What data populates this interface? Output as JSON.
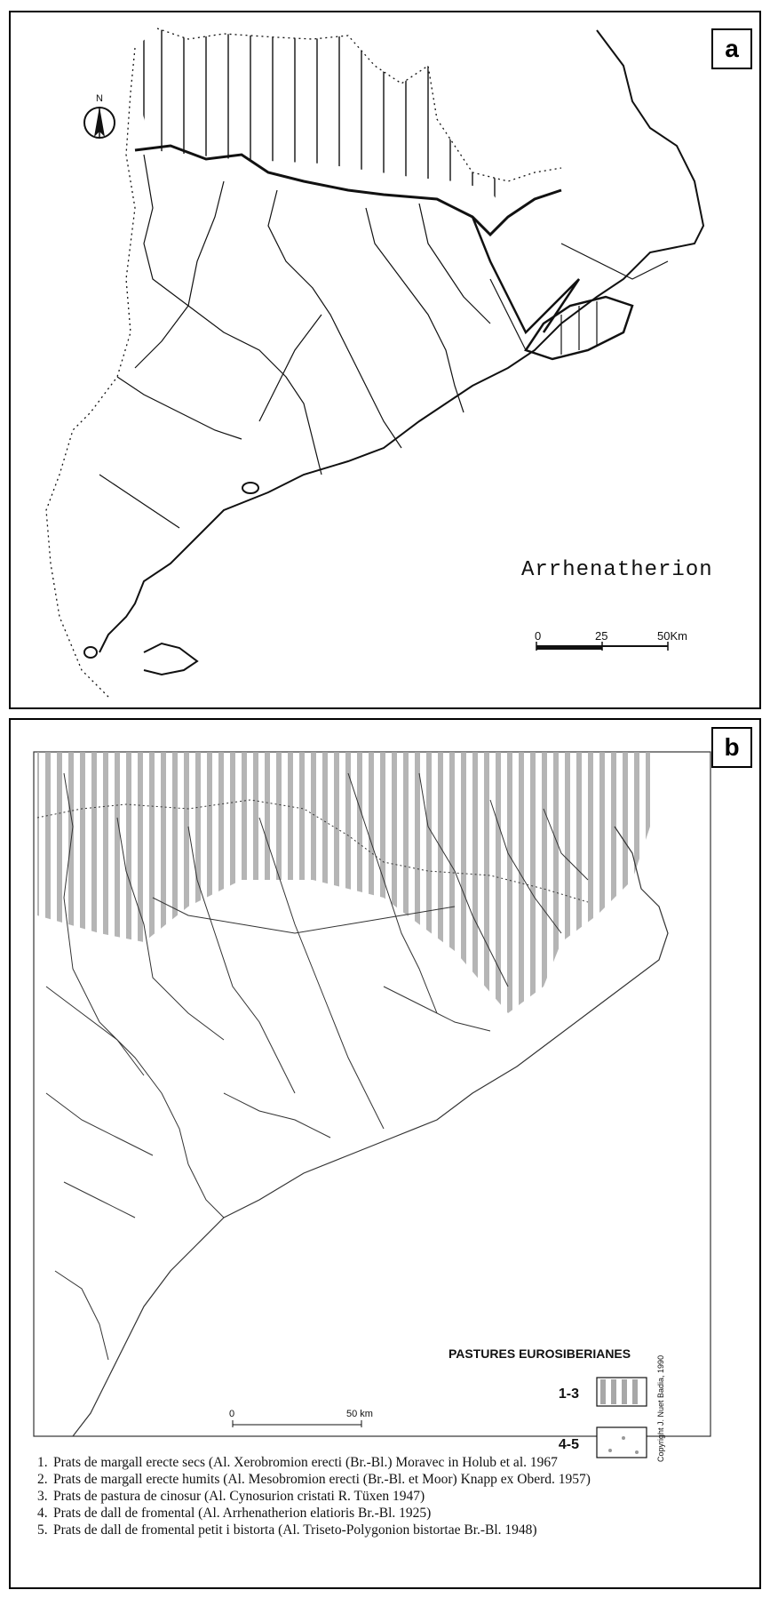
{
  "panel_a": {
    "label": "a",
    "north_label": "N",
    "map_title": "Arrhenatherion",
    "scale": {
      "ticks": [
        "0",
        "25",
        "50Km"
      ]
    }
  },
  "panel_b": {
    "label": "b",
    "legend": {
      "title": "PASTURES EUROSIBERIANES",
      "items": [
        {
          "label": "1-3",
          "pattern": "vertical-stripes"
        },
        {
          "label": "4-5",
          "pattern": "dots"
        }
      ]
    },
    "copyright": "Copyright J. Nuet Badia, 1990",
    "scale": {
      "ticks": [
        "0",
        "50 km"
      ]
    },
    "caption": [
      {
        "num": "1.",
        "text": "Prats de margall erecte secs (Al. Xerobromion erecti (Br.-Bl.) Moravec in Holub et al. 1967"
      },
      {
        "num": "2.",
        "text": "Prats de margall erecte humits (Al. Mesobromion erecti (Br.-Bl. et Moor) Knapp ex Oberd. 1957)"
      },
      {
        "num": "3.",
        "text": "Prats de pastura de cinosur (Al. Cynosurion cristati R. Tüxen 1947)"
      },
      {
        "num": "4.",
        "text": "Prats de dall de fromental (Al. Arrhenatherion elatioris Br.-Bl. 1925)"
      },
      {
        "num": "5.",
        "text": "Prats de dall de fromental petit i bistorta (Al. Triseto-Polygonion bistortae Br.-Bl. 1948)"
      }
    ]
  },
  "colors": {
    "stripe": "#a8a8a8",
    "line": "#111111"
  }
}
